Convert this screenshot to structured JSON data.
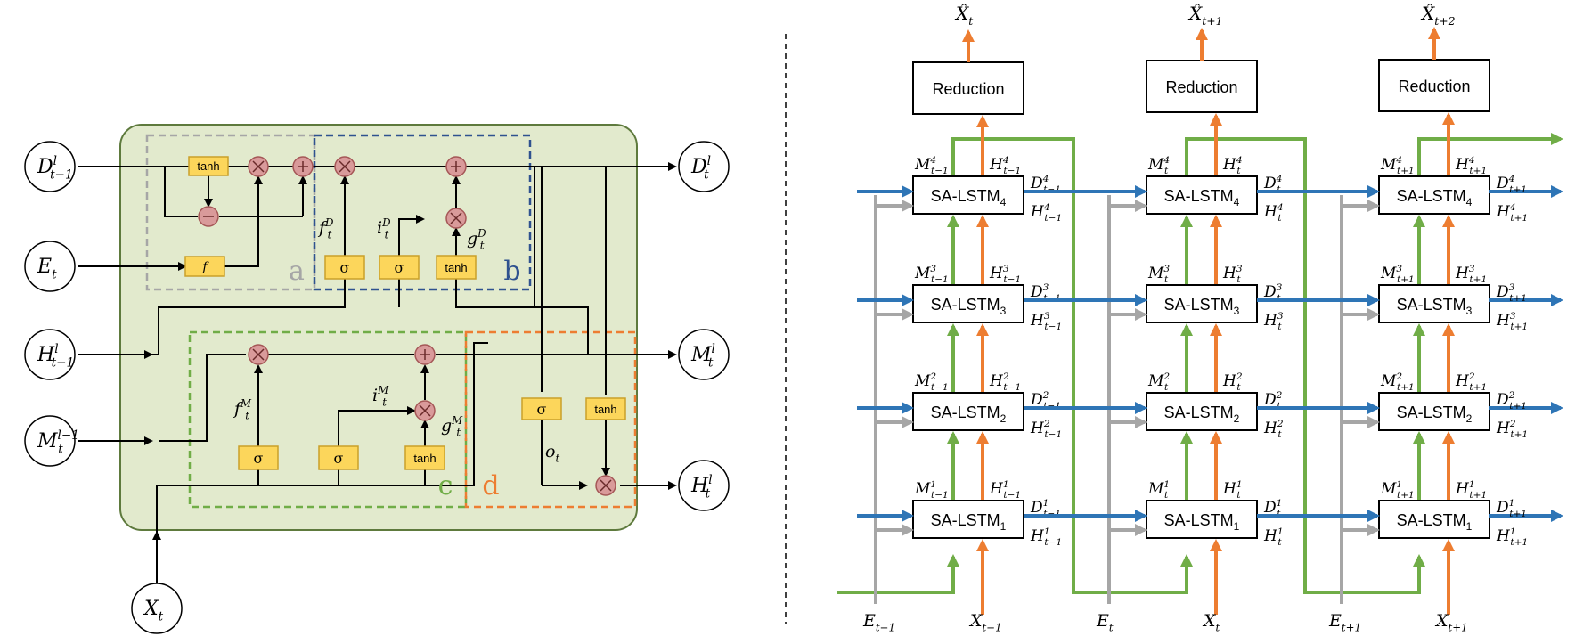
{
  "colors": {
    "cell_bg": "#e2eacd",
    "cell_border": "#5e7a3d",
    "gate_fill": "#fcd65b",
    "gate_border": "#c9a02a",
    "op_fill": "#d99a9a",
    "op_border": "#a55757",
    "region_a": "#a6a6a6",
    "region_b": "#2f528f",
    "region_c": "#70ad47",
    "region_d": "#ed7d31",
    "blue_arrow": "#2e75b6",
    "orange_arrow": "#ed7d31",
    "green_path": "#70ad47",
    "gray_arrow": "#a6a6a6"
  },
  "left": {
    "inputs": {
      "D_prev": {
        "base": "D",
        "sup": "l",
        "sub": "t−1"
      },
      "E": {
        "base": "E",
        "sub": "t"
      },
      "H_prev": {
        "base": "H",
        "sup": "l",
        "sub": "t−1"
      },
      "M_prev": {
        "base": "M",
        "sup": "l−1",
        "sub": "t"
      },
      "X": {
        "base": "X",
        "sub": "t"
      }
    },
    "outputs": {
      "D": {
        "base": "D",
        "sup": "l",
        "sub": "t"
      },
      "M": {
        "base": "M",
        "sup": "l",
        "sub": "t"
      },
      "H": {
        "base": "H",
        "sup": "l",
        "sub": "t"
      }
    },
    "gates": {
      "tanh": "tanh",
      "f": "f",
      "sigma": "σ"
    },
    "ops": {
      "multiply": "⊗",
      "add": "⊕"
    },
    "region_labels": {
      "a": "a",
      "b": "b",
      "c": "c",
      "d": "d"
    },
    "annotations": {
      "fD": {
        "base": "f",
        "sup": "D",
        "sub": "t"
      },
      "iD": {
        "base": "i",
        "sup": "D",
        "sub": "t"
      },
      "gD": {
        "base": "g",
        "sup": "D",
        "sub": "t"
      },
      "fM": {
        "base": "f",
        "sup": "M",
        "sub": "t"
      },
      "iM": {
        "base": "i",
        "sup": "M",
        "sub": "t"
      },
      "gM": {
        "base": "g",
        "sup": "M",
        "sub": "t"
      },
      "o": {
        "base": "o",
        "sub": "t"
      }
    }
  },
  "right": {
    "reduction_label": "Reduction",
    "cell_label": "SA-LSTM",
    "columns": [
      {
        "suffix": "t−1",
        "x_hat": {
          "base": "X̂",
          "sub": "t"
        },
        "x_in": {
          "base": "X",
          "sub": "t−1"
        },
        "e_in": {
          "base": "E",
          "sub": "t−1"
        }
      },
      {
        "suffix": "t",
        "x_hat": {
          "base": "X̂",
          "sub": "t+1"
        },
        "x_in": {
          "base": "X",
          "sub": "t"
        },
        "e_in": {
          "base": "E",
          "sub": "t"
        }
      },
      {
        "suffix": "t+1",
        "x_hat": {
          "base": "X̂",
          "sub": "t+2"
        },
        "x_in": {
          "base": "X",
          "sub": "t+1"
        },
        "e_in": {
          "base": "E",
          "sub": "t+1"
        }
      }
    ],
    "layers": [
      "4",
      "3",
      "2",
      "1"
    ],
    "letters": {
      "M": "M",
      "H": "H",
      "D": "D"
    }
  }
}
